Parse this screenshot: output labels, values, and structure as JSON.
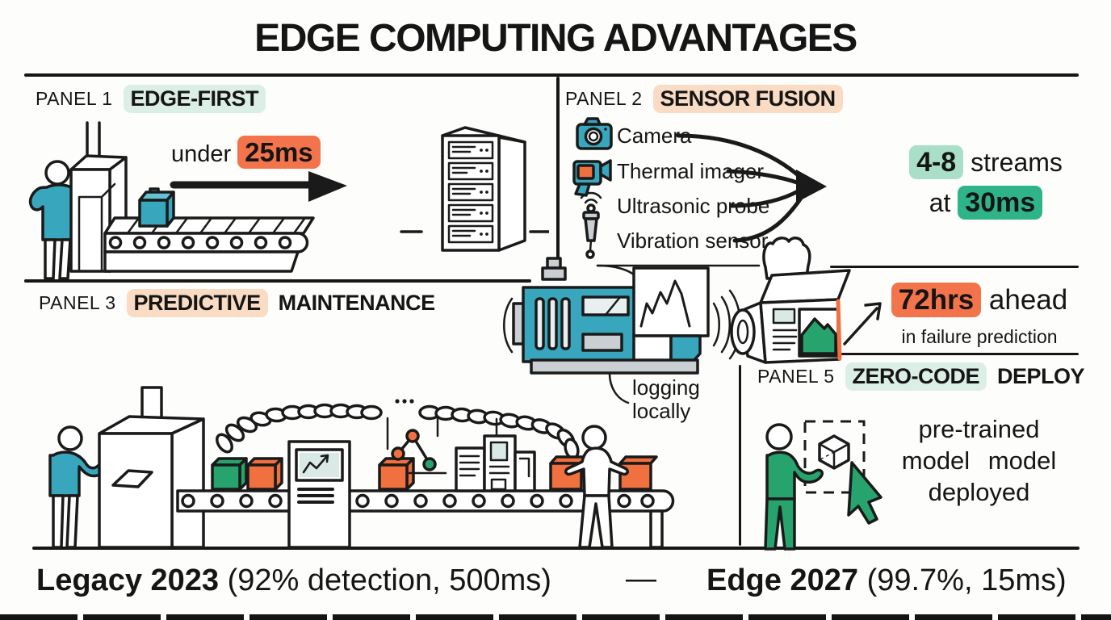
{
  "title": "EDGE COMPUTING ADVANTAGES",
  "panels": {
    "panel1": {
      "label": "PANEL 1",
      "title": "EDGE-FIRST",
      "latency_prefix": "under",
      "latency_value": "25ms"
    },
    "panel2": {
      "label": "PANEL 2",
      "title": "SENSOR FUSION",
      "sensors": [
        "Camera",
        "Thermal imager",
        "Ultrasonic probe",
        "Vibration sensor"
      ],
      "streams_value": "4-8",
      "streams_word": "streams",
      "at_word": "at",
      "latency_value": "30ms"
    },
    "panel3": {
      "label": "PANEL 3",
      "title_highlight": "PREDICTIVE",
      "title_rest": "MAINTENANCE",
      "note_line1": "logging",
      "note_line2": "locally"
    },
    "prediction_callout": {
      "value": "72hrs",
      "word": "ahead",
      "caption": "in failure prediction"
    },
    "panel5": {
      "label": "PANEL 5",
      "title_highlight": "ZERO-CODE",
      "title_rest": "DEPLOY",
      "caption_line1": "pre-trained",
      "caption_line2": "model model",
      "caption_line3": "deployed"
    }
  },
  "footer": {
    "legacy_label": "Legacy 2023",
    "legacy_detail": "(92% detection, 500ms)",
    "separator": "—",
    "edge_label": "Edge 2027",
    "edge_detail": "(99.7%, 15ms)"
  },
  "colors": {
    "background": "#fdfdfb",
    "ink": "#1a1a1a",
    "teal": "#38a7bd",
    "green": "#27a36d",
    "orange_highlight": "#f3744b",
    "orange_box": "#f0703f",
    "peach_highlight": "#f9dcc3",
    "mint_highlight": "#dcefe7",
    "mint_medium_highlight": "#a9dfc8",
    "green_highlight": "#2eb488",
    "machine_gray": "#c9cfd2",
    "screen_mint": "#d9e9e5"
  },
  "icons": [
    "camera-icon",
    "thermal-imager-icon",
    "ultrasonic-probe-icon",
    "server-rack-icon",
    "conveyor-icon",
    "scanner-gate-icon",
    "edge-machine-icon",
    "printer-icon",
    "chain-icon",
    "cube-model-icon",
    "cursor-icon",
    "worker-icon",
    "sound-waves-icon"
  ]
}
